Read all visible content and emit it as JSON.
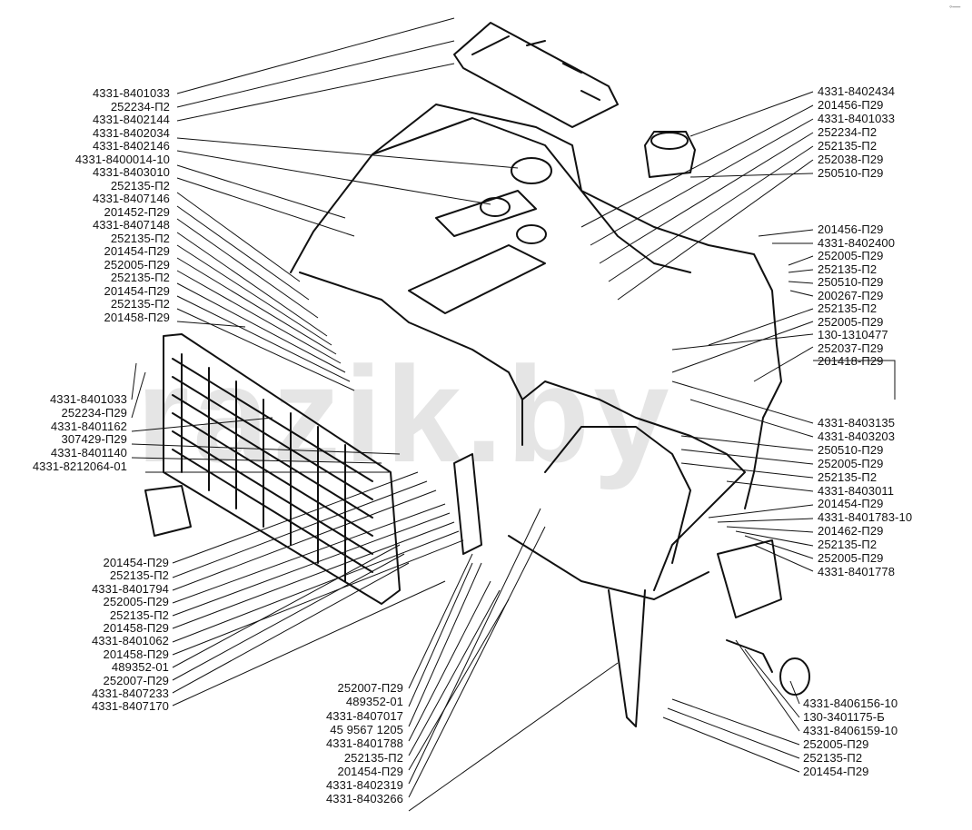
{
  "watermark": "razik.by",
  "colors": {
    "ink": "#111111",
    "paper": "#ffffff"
  },
  "labels_left": [
    "4331-8401033",
    "252234-П2",
    "4331-8402144",
    "4331-8402034",
    "4331-8402146",
    "4331-8400014-10",
    "4331-8403010",
    "252135-П2",
    "4331-8407146",
    "201452-П29",
    "4331-8407148",
    "252135-П2",
    "201454-П29",
    "252005-П29",
    "252135-П2",
    "201454-П29",
    "252135-П2",
    "201458-П29"
  ],
  "labels_left_mid": [
    "4331-8401033",
    "252234-П29",
    "4331-8401162",
    "307429-П29",
    "4331-8401140",
    "4331-8212064-01"
  ],
  "labels_left_low": [
    "201454-П29",
    "252135-П2",
    "4331-8401794",
    "252005-П29",
    "252135-П2",
    "201458-П29",
    "4331-8401062",
    "201458-П29",
    "489352-01",
    "252007-П29",
    "4331-8407233",
    "4331-8407170"
  ],
  "labels_bottom": [
    "252007-П29",
    "489352-01",
    "4331-8407017",
    "45 9567 1205",
    "4331-8401788",
    "252135-П2",
    "201454-П29",
    "4331-8402319",
    "4331-8403266"
  ],
  "labels_right_top": [
    "4331-8402434",
    "201456-П29",
    "4331-8401033",
    "252234-П2",
    "252135-П2",
    "252038-П29",
    "250510-П29"
  ],
  "labels_right": [
    "201456-П29",
    "4331-8402400",
    "252005-П29",
    "252135-П2",
    "250510-П29",
    "200267-П29",
    "252135-П2",
    "252005-П29",
    "130-1310477",
    "252037-П29",
    "201418-П29"
  ],
  "labels_right_mid": [
    "4331-8403135",
    "4331-8403203",
    "250510-П29",
    "252005-П29",
    "252135-П2",
    "4331-8403011",
    "201454-П29",
    "4331-8401783-10",
    "201462-П29",
    "252135-П2",
    "252005-П29",
    "4331-8401778"
  ],
  "labels_right_low": [
    "4331-8406156-10",
    "130-3401175-Б",
    "4331-8406159-10",
    "252005-П29",
    "252135-П2",
    "201454-П29"
  ]
}
